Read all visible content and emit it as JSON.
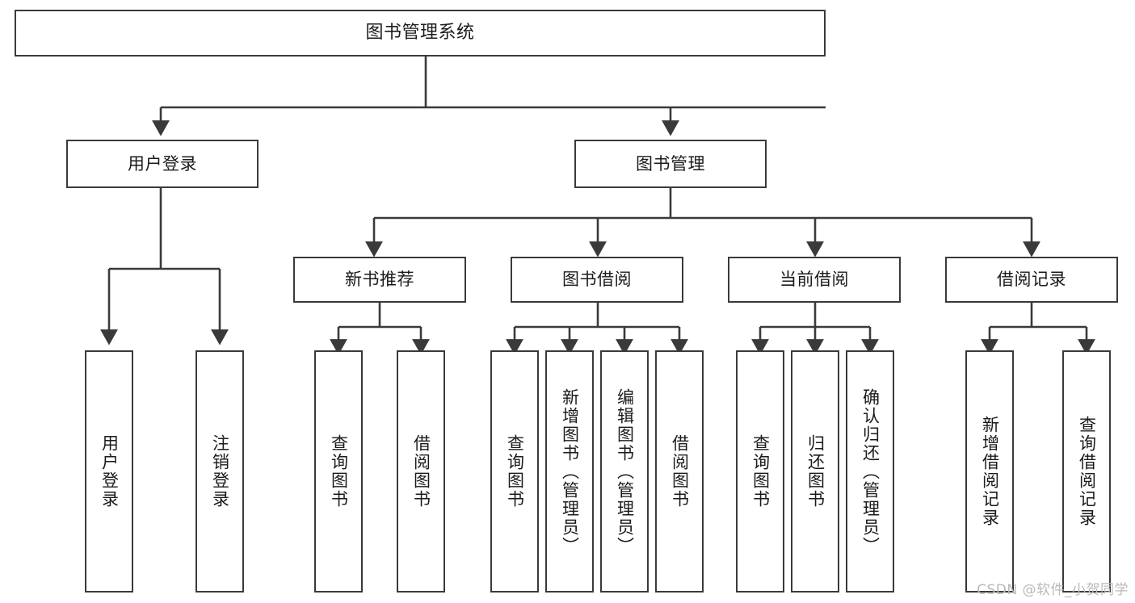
{
  "diagram": {
    "title": "图书管理系统",
    "type": "tree",
    "root": {
      "id": "root",
      "label": "图书管理系统"
    },
    "level2": [
      {
        "id": "user-login",
        "label": "用户登录"
      },
      {
        "id": "book-manage",
        "label": "图书管理"
      }
    ],
    "level3": [
      {
        "id": "new-book-recommend",
        "label": "新书推荐"
      },
      {
        "id": "book-borrow",
        "label": "图书借阅"
      },
      {
        "id": "current-borrow",
        "label": "当前借阅"
      },
      {
        "id": "borrow-record",
        "label": "借阅记录"
      }
    ],
    "leaves": {
      "user_login": [
        {
          "id": "leaf-user-login",
          "label": "用户登录"
        },
        {
          "id": "leaf-logout-login",
          "label": "注销登录"
        }
      ],
      "new_book_recommend": [
        {
          "id": "leaf-query-book-1",
          "label": "查询图书"
        },
        {
          "id": "leaf-borrow-book-1",
          "label": "借阅图书"
        }
      ],
      "book_borrow": [
        {
          "id": "leaf-query-book-2",
          "label": "查询图书"
        },
        {
          "id": "leaf-add-book",
          "label": "新增图书（管理员）"
        },
        {
          "id": "leaf-edit-book",
          "label": "编辑图书（管理员）"
        },
        {
          "id": "leaf-borrow-book-2",
          "label": "借阅图书"
        }
      ],
      "current_borrow": [
        {
          "id": "leaf-query-book-3",
          "label": "查询图书"
        },
        {
          "id": "leaf-return-book",
          "label": "归还图书"
        },
        {
          "id": "leaf-confirm-return",
          "label": "确认归还（管理员）"
        }
      ],
      "borrow_record": [
        {
          "id": "leaf-add-record",
          "label": "新增借阅记录"
        },
        {
          "id": "leaf-query-record",
          "label": "查询借阅记录"
        }
      ]
    },
    "watermark": "CSDN @软件_小贺同学",
    "colors": {
      "border": "#3a3a3a",
      "text": "#1b1b1b",
      "background": "#ffffff",
      "connector": "#3a3a3a",
      "watermark": "#b9b9b9"
    }
  }
}
